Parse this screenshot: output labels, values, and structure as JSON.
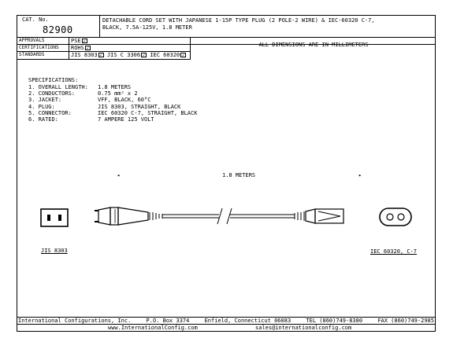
{
  "header": {
    "cat_label": "CAT. No.",
    "cat_number": "82900",
    "description_line1": "DETACHABLE CORD SET WITH JAPANESE 1-15P TYPE PLUG (2 POLE-2 WIRE) & IEC-60320 C-7,",
    "description_line2": "BLACK, 7.5A-125V, 1.8 METER"
  },
  "approvals": {
    "approvals_label": "APPROVALS",
    "approvals_value": "PSE",
    "certifications_label": "CERTIFICATIONS",
    "certifications_value": "ROHS",
    "standards_label": "STANDARDS",
    "standard_1": "JIS 8303",
    "standard_2": "JIS C 3306",
    "standard_3": "IEC 60320",
    "check_mark": "✓",
    "dimensions_note": "ALL DIMENSIONS ARE IN MILLIMETERS"
  },
  "specifications": {
    "title": "SPECIFICATIONS:",
    "items": [
      {
        "key": "1.  OVERALL LENGTH:",
        "value": "1.8 METERS"
      },
      {
        "key": "2.  CONDUCTORS:",
        "value": "0.75 mm² x 2"
      },
      {
        "key": "3.  JACKET:",
        "value": "VFF, BLACK, 60°C"
      },
      {
        "key": "4.  PLUG:",
        "value": "JIS 8303, STRAIGHT, BLACK"
      },
      {
        "key": "5.  CONNECTOR:",
        "value": "IEC 60320 C-7, STRAIGHT, BLACK"
      },
      {
        "key": "6.  RATED:",
        "value": "7 AMPERE 125 VOLT"
      }
    ]
  },
  "drawing": {
    "length_label": "1.8 METERS",
    "plug_standard_label": "JIS 8303",
    "connector_standard_label": "IEC 60320, C-7"
  },
  "footer": {
    "company": "International Configurations, Inc.",
    "po_box": "P.O. Box 3374",
    "address": "Enfield, Connecticut 06083",
    "tel": "TEL (860)749-8380",
    "fax": "FAX (860)749-2985",
    "website": "www.InternationalConfig.com",
    "email": "sales@internationalconfig.com"
  }
}
